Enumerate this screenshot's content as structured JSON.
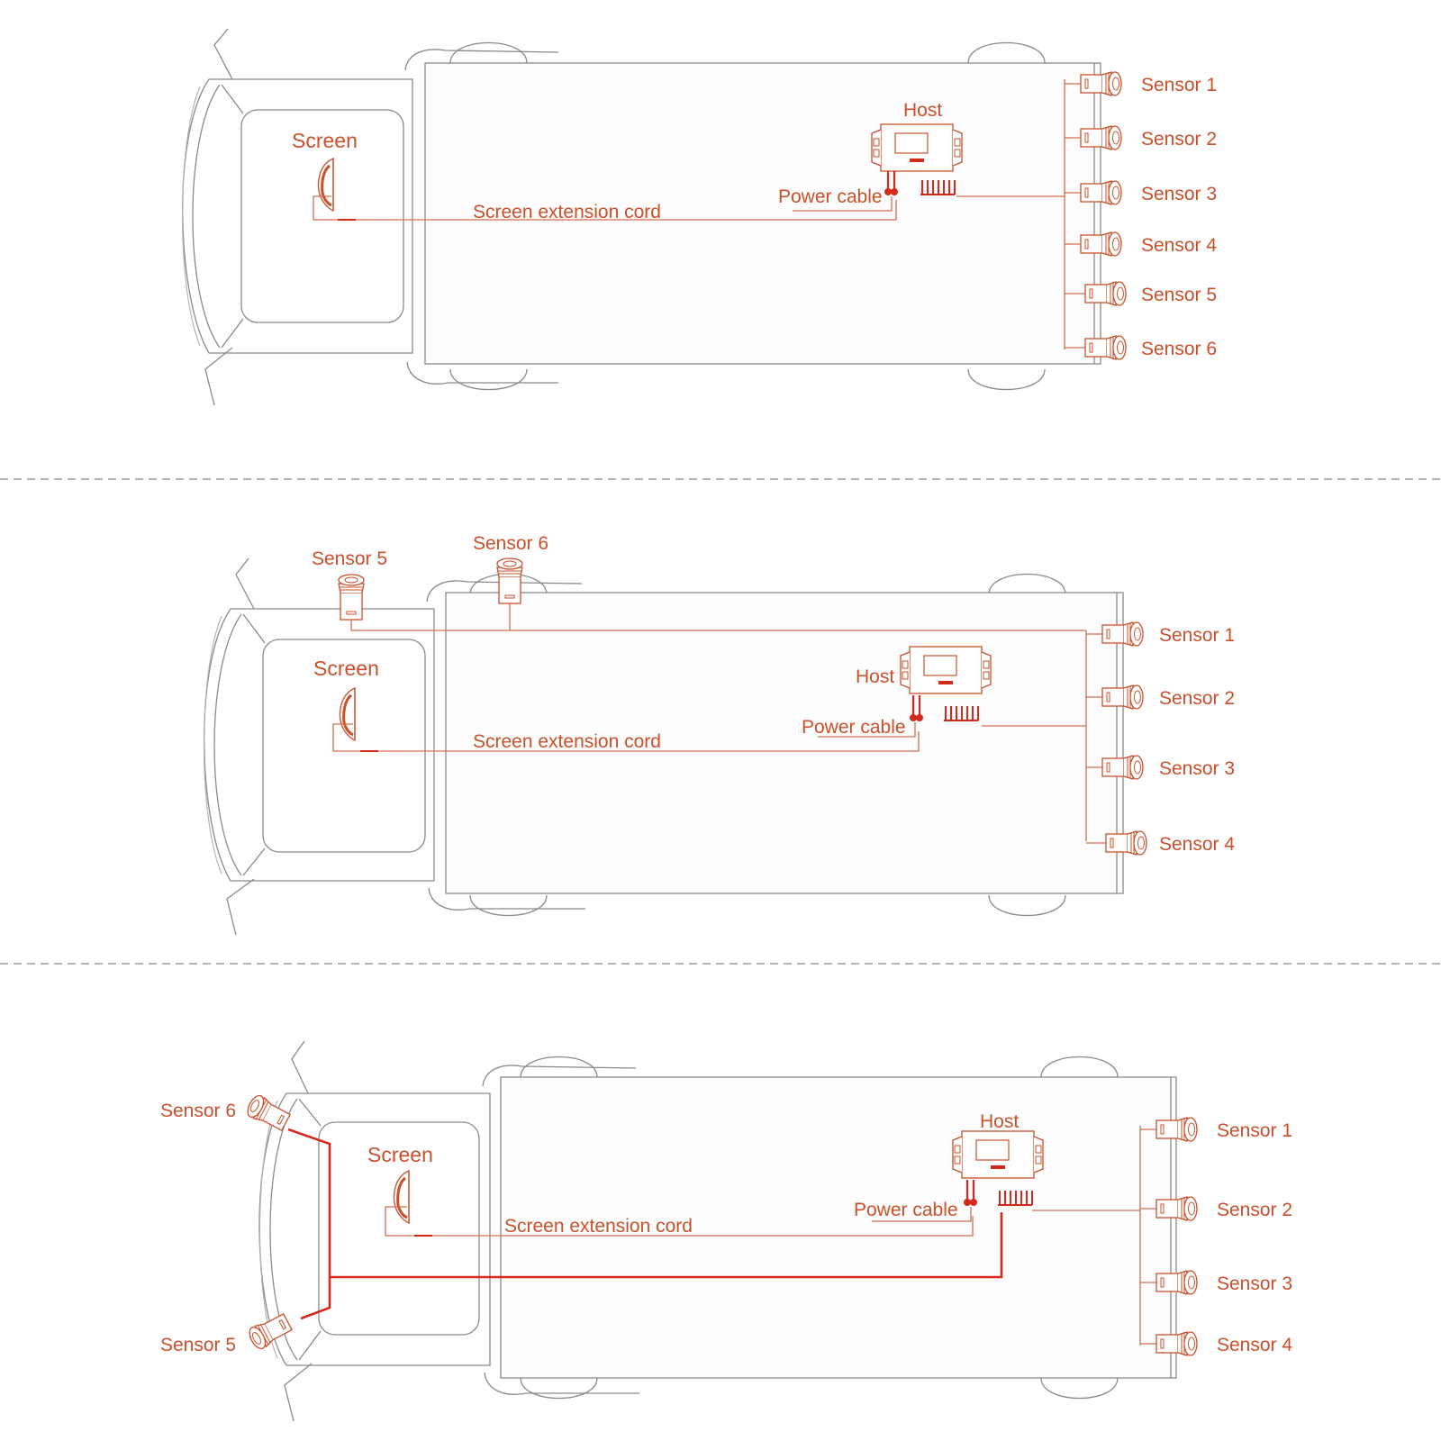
{
  "diagrams": [
    {
      "screen_label": "Screen",
      "host_label": "Host",
      "power_cable_label": "Power cable",
      "screen_extension_label": "Screen extension cord",
      "sensors": [
        "Sensor 1",
        "Sensor 2",
        "Sensor 3",
        "Sensor 4",
        "Sensor 5",
        "Sensor 6"
      ]
    },
    {
      "screen_label": "Screen",
      "host_label": "Host",
      "power_cable_label": "Power cable",
      "screen_extension_label": "Screen extension cord",
      "rear_sensors": [
        "Sensor 1",
        "Sensor 2",
        "Sensor 3",
        "Sensor 4"
      ],
      "top_sensors": [
        "Sensor 5",
        "Sensor 6"
      ]
    },
    {
      "screen_label": "Screen",
      "host_label": "Host",
      "power_cable_label": "Power cable",
      "screen_extension_label": "Screen extension cord",
      "rear_sensors": [
        "Sensor 1",
        "Sensor 2",
        "Sensor 3",
        "Sensor 4"
      ],
      "front_sensors": [
        "Sensor 6",
        "Sensor 5"
      ]
    }
  ],
  "colors": {
    "label": "#c9502a",
    "wire": "#d07050",
    "wire_highlight": "#d42a1e",
    "outline": "#8a8a8a"
  }
}
